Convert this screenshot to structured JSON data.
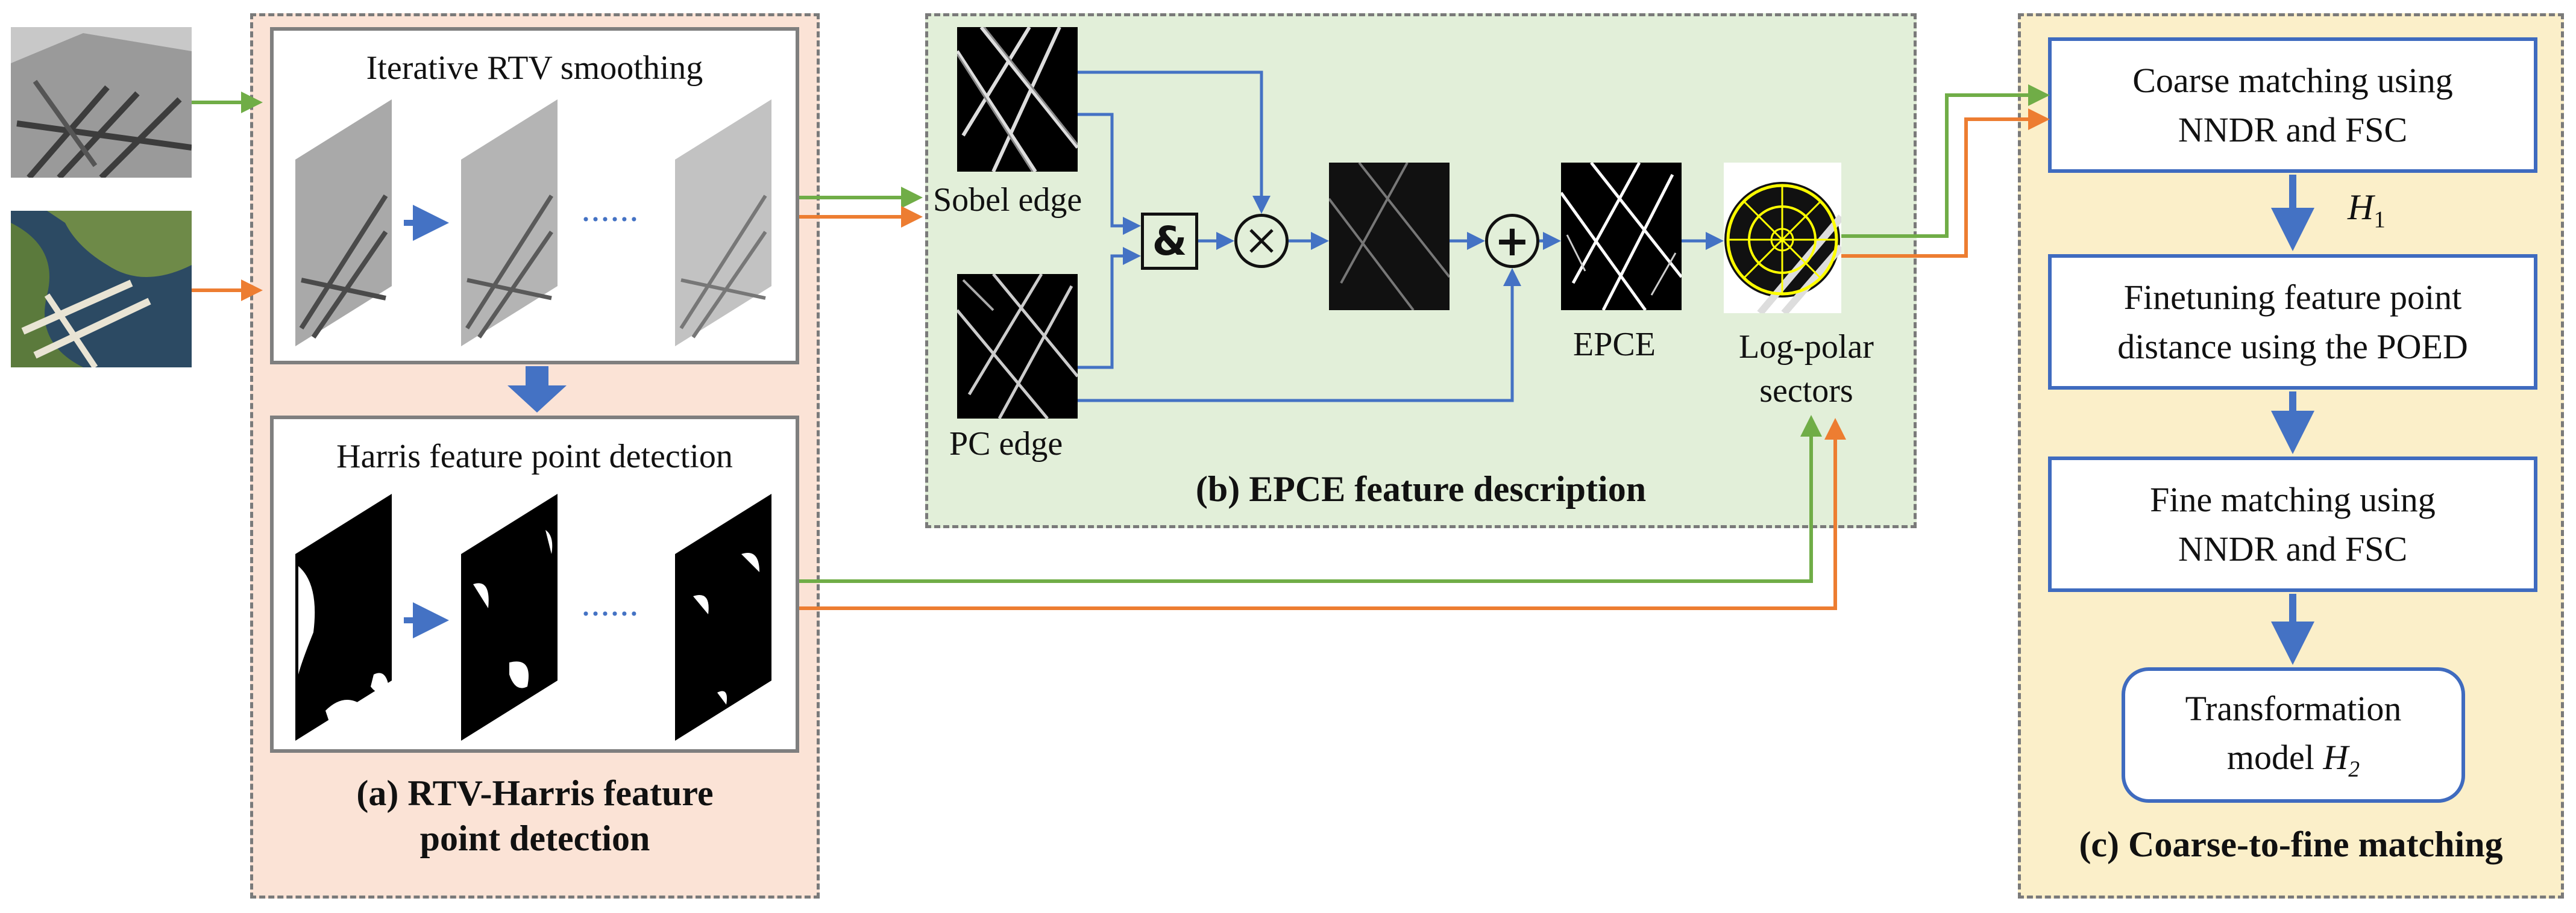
{
  "panels": {
    "a": {
      "title_line1": "(a) RTV-Harris feature",
      "title_line2": "point detection",
      "rtv_title": "Iterative RTV smoothing",
      "harris_title": "Harris feature point detection",
      "dots": "······"
    },
    "b": {
      "title": "(b) EPCE feature description",
      "sobel_label": "Sobel edge",
      "pc_label": "PC edge",
      "and_symbol": "&",
      "multiply_symbol": "⊗",
      "add_symbol": "+",
      "epce_label": "EPCE",
      "logpolar_line1": "Log-polar",
      "logpolar_line2": "sectors"
    },
    "c": {
      "title": "(c) Coarse-to-fine matching",
      "coarse_line1": "Coarse matching using",
      "coarse_line2": "NNDR and FSC",
      "h1_letter": "H",
      "h1_sub": "1",
      "finetune_line1": "Finetuning feature point",
      "finetune_line2": "distance using the POED",
      "fine_line1": "Fine matching using",
      "fine_line2": "NNDR and FSC",
      "transform_line1": "Transformation",
      "transform_line2_prefix": "model ",
      "h2_letter": "H",
      "h2_sub": "2"
    }
  },
  "colors": {
    "arrow_blue": "#4472c4",
    "arrow_green": "#70ad47",
    "arrow_orange": "#ed7d31",
    "panel_a_bg": "#fbe3d6",
    "panel_b_bg": "#e2efd9",
    "panel_c_bg": "#fbefc9",
    "box_border": "#3f6bbf"
  }
}
